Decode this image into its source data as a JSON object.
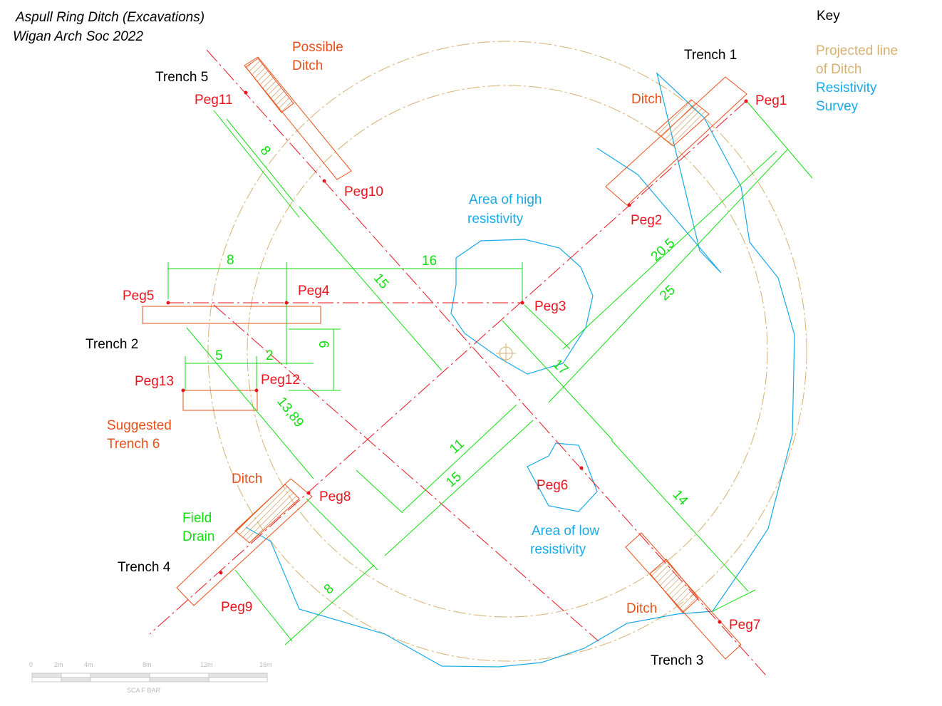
{
  "title": "Aspull Ring Ditch (Excavations)",
  "subtitle": "Wigan Arch Soc 2022",
  "key": {
    "heading": "Key",
    "projected_line_1": "Projected line",
    "projected_line_2": "of Ditch",
    "resistivity_1": "Resistivity",
    "resistivity_2": "Survey",
    "colors": {
      "projected_ditch": "#d7b072",
      "resistivity": "#19a9e6"
    }
  },
  "trenches": {
    "t1": "Trench 1",
    "t2": "Trench 2",
    "t3": "Trench 3",
    "t4": "Trench 4",
    "t5": "Trench 5"
  },
  "pegs": {
    "p1": "Peg1",
    "p2": "Peg2",
    "p3": "Peg3",
    "p4": "Peg4",
    "p5": "Peg5",
    "p6": "Peg6",
    "p7": "Peg7",
    "p8": "Peg8",
    "p9": "Peg9",
    "p10": "Peg10",
    "p11": "Peg11",
    "p12": "Peg12",
    "p13": "Peg13"
  },
  "notes": {
    "possible_1": "Possible",
    "possible_2": "Ditch",
    "ditch": "Ditch",
    "suggested_1": "Suggested",
    "suggested_2": "Trench 6",
    "field_1": "Field",
    "field_2": "Drain",
    "high_1": "Area of high",
    "high_2": "resistivity",
    "low_1": "Area of low",
    "low_2": "resistivity"
  },
  "dimensions": {
    "d8_top": "8",
    "d16": "16",
    "d15_upper": "15",
    "d8_t5": "8",
    "d20_5": "20,5",
    "d25": "25",
    "d6": "6",
    "d5": "5",
    "d2": "2",
    "d13_89": "13,89",
    "d17": "17",
    "d11": "11",
    "d15_lower": "15",
    "d14": "14",
    "d8_lower": "8"
  },
  "scale_bar": {
    "ticks": [
      "0",
      "2m",
      "4m",
      "8m",
      "12m",
      "16m"
    ],
    "label": "SCA F BAR"
  }
}
